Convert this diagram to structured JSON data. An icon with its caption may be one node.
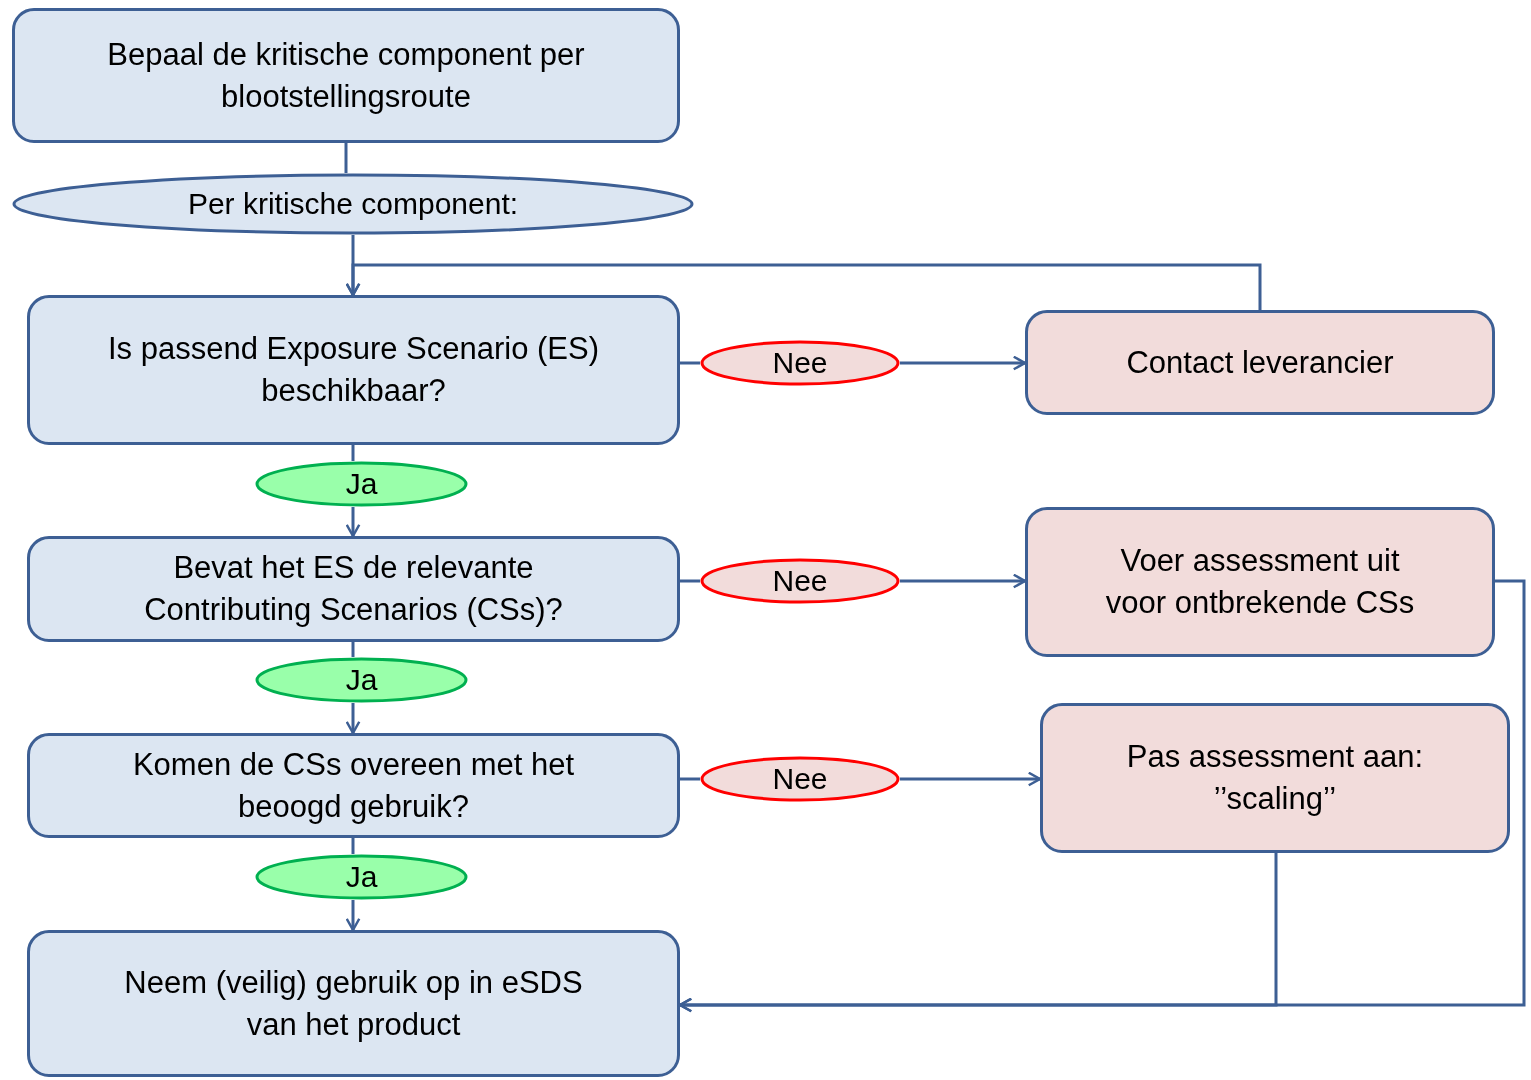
{
  "diagram": {
    "nodes": [
      {
        "text": [
          "Bepaal de kritische component per blootstellingsroute"
        ]
      },
      {
        "text": [
          "Per kritische component:"
        ]
      },
      {
        "text": [
          "Is passend Exposure Scenario (ES) beschikbaar?"
        ]
      },
      {
        "text": [
          "Nee"
        ]
      },
      {
        "text": [
          "Contact leverancier"
        ]
      },
      {
        "text": [
          "Ja"
        ]
      },
      {
        "text": [
          "Bevat het ES de relevante Contributing Scenarios (CSs)?"
        ]
      },
      {
        "text": [
          "Nee"
        ]
      },
      {
        "text": [
          "Voer assessment uit voor ontbrekende CSs"
        ]
      },
      {
        "text": [
          "Ja"
        ]
      },
      {
        "text": [
          "Komen de CSs overeen met het beoogd gebruik?"
        ]
      },
      {
        "text": [
          "Nee"
        ]
      },
      {
        "text": [
          "Pas assessment aan: ’’scaling’’"
        ]
      },
      {
        "text": [
          "Ja"
        ]
      },
      {
        "text": [
          "Neem (veilig) gebruik op in eSDS van het product"
        ]
      }
    ],
    "edges": [
      {
        "from": 0,
        "to": 1,
        "arrow": "none"
      },
      {
        "from": 1,
        "to": 2,
        "arrow": "to"
      },
      {
        "from": 4,
        "to": 2,
        "arrow": "to"
      },
      {
        "from": 2,
        "to": 3,
        "arrow": "none"
      },
      {
        "from": 3,
        "to": 4,
        "arrow": "to"
      },
      {
        "from": 2,
        "to": 5,
        "arrow": "none"
      },
      {
        "from": 5,
        "to": 6,
        "arrow": "to"
      },
      {
        "from": 6,
        "to": 7,
        "arrow": "none"
      },
      {
        "from": 7,
        "to": 8,
        "arrow": "to"
      },
      {
        "from": 6,
        "to": 9,
        "arrow": "none"
      },
      {
        "from": 9,
        "to": 10,
        "arrow": "to"
      },
      {
        "from": 10,
        "to": 11,
        "arrow": "none"
      },
      {
        "from": 11,
        "to": 12,
        "arrow": "to"
      },
      {
        "from": 10,
        "to": 13,
        "arrow": "none"
      },
      {
        "from": 13,
        "to": 14,
        "arrow": "to"
      },
      {
        "from": 8,
        "to": 14,
        "arrow": "to"
      },
      {
        "from": 12,
        "to": 14,
        "arrow": "to"
      }
    ]
  }
}
